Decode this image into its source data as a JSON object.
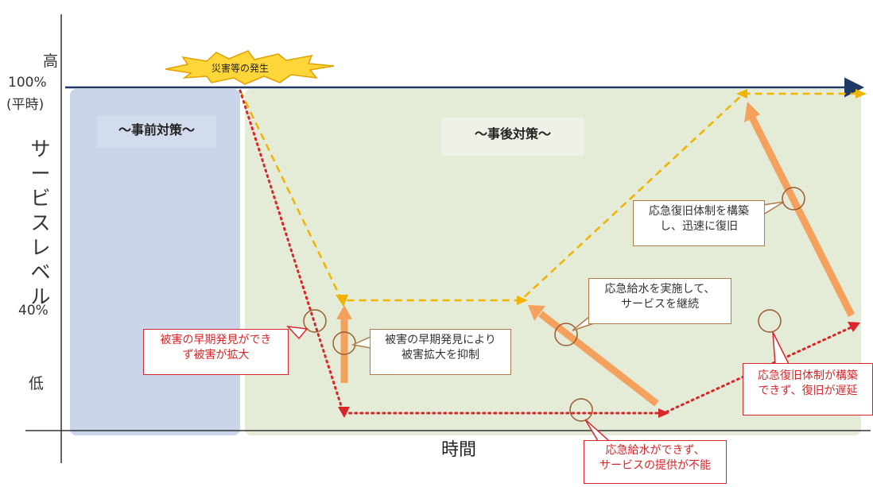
{
  "y_axis": {
    "high_label": "高",
    "hundred_label": "100%",
    "normal_label": "(平時)",
    "service_level_label": "サービスレベル",
    "forty_label": "40%",
    "low_label": "低"
  },
  "x_axis": {
    "label": "時間"
  },
  "burst": {
    "label": "災害等の発生"
  },
  "sections": {
    "pre": "～事前対策～",
    "post": "～事後対策～"
  },
  "callouts": {
    "early_detection_fail": [
      "被害の早期発見ができ",
      "ず被害が拡大"
    ],
    "early_detection_success": [
      "被害の早期発見により",
      "被害拡大を抑制"
    ],
    "water_supply_success": [
      "応急給水を実施して、",
      "サービスを継続"
    ],
    "water_supply_fail": [
      "応急給水ができず、",
      "サービスの提供が不能"
    ],
    "recovery_success": [
      "応急復旧体制を構築",
      "し、迅速に復旧"
    ],
    "recovery_fail": [
      "応急復旧体制が構築",
      "できず、復旧が遅延"
    ]
  },
  "colors": {
    "pre_bg": "#c9d5e8",
    "post_bg": "#e4ebd7",
    "axis": "#1f3864",
    "yellow_line": "#f0b400",
    "red_line": "#d9262a",
    "orange_arrow": "#f4a15d"
  }
}
